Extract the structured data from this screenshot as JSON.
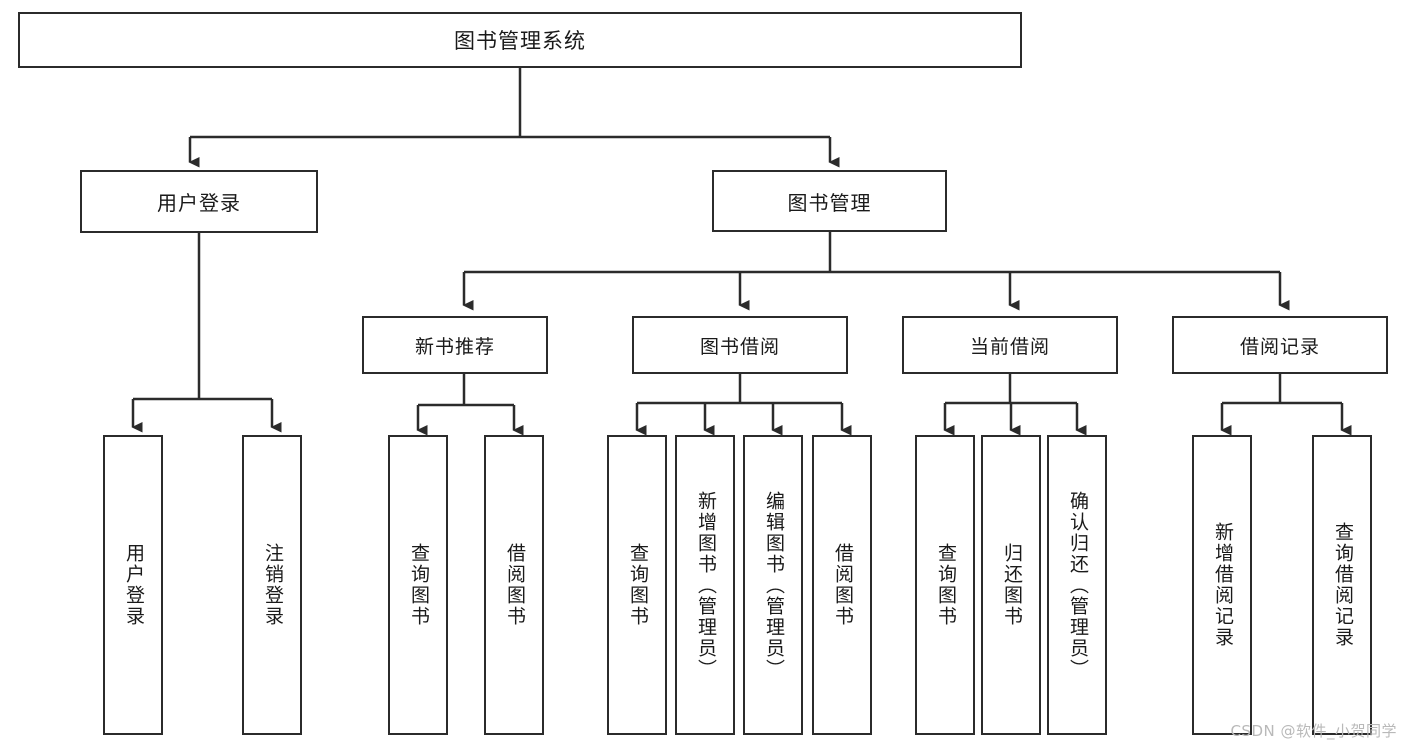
{
  "diagram": {
    "title": "图书管理系统",
    "type": "tree-hierarchy",
    "root": {
      "label": "图书管理系统"
    },
    "level1": [
      {
        "id": "user-login",
        "label": "用户登录"
      },
      {
        "id": "book-management",
        "label": "图书管理"
      }
    ],
    "level2": [
      {
        "id": "new-book-recommend",
        "label": "新书推荐",
        "parent": "book-management"
      },
      {
        "id": "book-borrow",
        "label": "图书借阅",
        "parent": "book-management"
      },
      {
        "id": "current-borrow",
        "label": "当前借阅",
        "parent": "book-management"
      },
      {
        "id": "borrow-record",
        "label": "借阅记录",
        "parent": "book-management"
      }
    ],
    "leaves": [
      {
        "id": "leaf-user-login",
        "label": "用户登录",
        "parent": "user-login"
      },
      {
        "id": "leaf-logout-login",
        "label": "注销登录",
        "parent": "user-login"
      },
      {
        "id": "leaf-query-book-1",
        "label": "查询图书",
        "parent": "new-book-recommend"
      },
      {
        "id": "leaf-borrow-book-1",
        "label": "借阅图书",
        "parent": "new-book-recommend"
      },
      {
        "id": "leaf-query-book-2",
        "label": "查询图书",
        "parent": "book-borrow"
      },
      {
        "id": "leaf-add-book",
        "label": "新增图书（管理员）",
        "parent": "book-borrow"
      },
      {
        "id": "leaf-edit-book",
        "label": "编辑图书（管理员）",
        "parent": "book-borrow"
      },
      {
        "id": "leaf-borrow-book-2",
        "label": "借阅图书",
        "parent": "book-borrow"
      },
      {
        "id": "leaf-query-book-3",
        "label": "查询图书",
        "parent": "current-borrow"
      },
      {
        "id": "leaf-return-book",
        "label": "归还图书",
        "parent": "current-borrow"
      },
      {
        "id": "leaf-confirm-return",
        "label": "确认归还（管理员）",
        "parent": "current-borrow"
      },
      {
        "id": "leaf-add-record",
        "label": "新增借阅记录",
        "parent": "borrow-record"
      },
      {
        "id": "leaf-query-record",
        "label": "查询借阅记录",
        "parent": "borrow-record"
      }
    ]
  },
  "watermark": {
    "text": "CSDN @软件_小贺同学"
  },
  "colors": {
    "stroke": "#2b2b2b",
    "fill": "#ffffff",
    "text": "#1a1a1a",
    "watermark": "#b9b9b9"
  }
}
